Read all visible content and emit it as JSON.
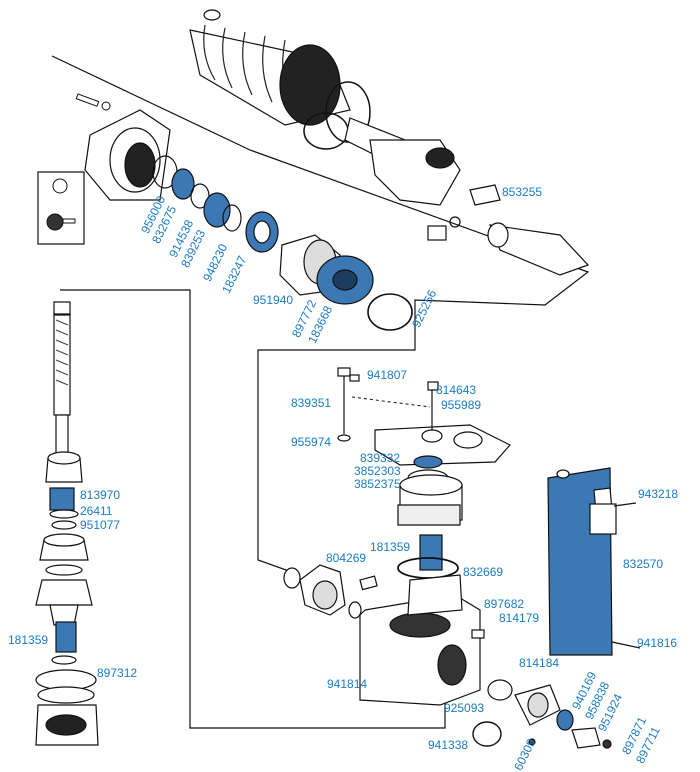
{
  "colors": {
    "accent": "#1a7cc6",
    "highlight": "#3c78b4",
    "line": "#111111",
    "fill": "#ffffff"
  },
  "part_numbers": {
    "p853255": "853255",
    "p956000": "956000",
    "p832675": "832675",
    "p914538": "914538",
    "p839253": "839253",
    "p948230": "948230",
    "p183247": "183247",
    "p951940": "951940",
    "p897772": "897772",
    "p183668": "183668",
    "p925256": "925256",
    "p941807": "941807",
    "p814643": "814643",
    "p839351": "839351",
    "p955989": "955989",
    "p955974": "955974",
    "p839332": "839332",
    "p3852303": "3852303",
    "p3852375": "3852375",
    "p943218": "943218",
    "p813970": "813970",
    "p26411": "26411",
    "p951077": "951077",
    "p181359a": "181359",
    "p804269": "804269",
    "p832669": "832669",
    "p832570": "832570",
    "p897682": "897682",
    "p814179": "814179",
    "p181359b": "181359",
    "p897312": "897312",
    "p941816": "941816",
    "p814184": "814184",
    "p941814": "941814",
    "p940169": "940169",
    "p958838": "958838",
    "p925093": "925093",
    "p951924": "951924",
    "p941338": "941338",
    "p60309": "60309",
    "p897871": "897871",
    "p897711": "897711"
  }
}
